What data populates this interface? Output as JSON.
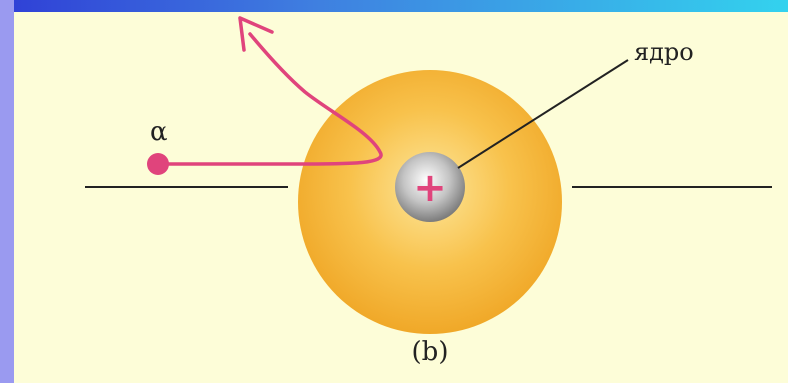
{
  "diagram": {
    "labels": {
      "particle": "α",
      "nucleus": "ядро",
      "nucleus_charge": "+",
      "caption": "(b)"
    },
    "colors": {
      "atom": "#f4b030",
      "nucleus": "#a8a8a8",
      "trajectory": "#e0447c",
      "background": "#fdfdd8",
      "frame": "#9a9aef"
    }
  }
}
